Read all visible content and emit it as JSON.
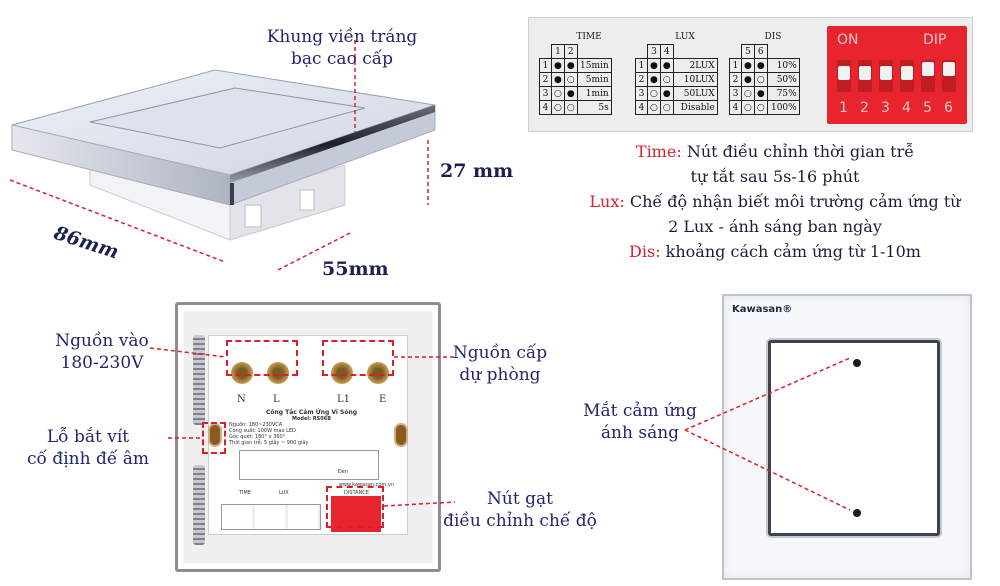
{
  "dimensions": {
    "frame_label": "Khung viền tráng bạc cao cấp",
    "height": "27 mm",
    "width": "86mm",
    "depth": "55mm"
  },
  "settings_panel": {
    "time": {
      "title": "TIME",
      "col_headers": [
        "1",
        "2"
      ],
      "rows": [
        {
          "n": "1",
          "a": "●",
          "b": "●",
          "value": "15min"
        },
        {
          "n": "2",
          "a": "●",
          "b": "○",
          "value": "5min"
        },
        {
          "n": "3",
          "a": "○",
          "b": "●",
          "value": "1min"
        },
        {
          "n": "4",
          "a": "○",
          "b": "○",
          "value": "5s"
        }
      ]
    },
    "lux": {
      "title": "LUX",
      "col_headers": [
        "3",
        "4"
      ],
      "rows": [
        {
          "n": "1",
          "a": "●",
          "b": "●",
          "value": "2LUX"
        },
        {
          "n": "2",
          "a": "●",
          "b": "○",
          "value": "10LUX"
        },
        {
          "n": "3",
          "a": "○",
          "b": "●",
          "value": "50LUX"
        },
        {
          "n": "4",
          "a": "○",
          "b": "○",
          "value": "Disable"
        }
      ]
    },
    "dis": {
      "title": "DIS",
      "col_headers": [
        "5",
        "6"
      ],
      "rows": [
        {
          "n": "1",
          "a": "●",
          "b": "●",
          "value": "10%"
        },
        {
          "n": "2",
          "a": "●",
          "b": "○",
          "value": "50%"
        },
        {
          "n": "3",
          "a": "○",
          "b": "●",
          "value": "75%"
        },
        {
          "n": "4",
          "a": "○",
          "b": "○",
          "value": "100%"
        }
      ]
    },
    "dip_switch": {
      "on_label": "ON",
      "dip_label": "DIP",
      "numbers": [
        "1",
        "2",
        "3",
        "4",
        "5",
        "6"
      ],
      "color": "#e8252f"
    }
  },
  "legend": {
    "time_key": "Time:",
    "time_text_1": "Nút điều chỉnh thời gian trễ",
    "time_text_2": "tự tắt sau 5s-16 phút",
    "lux_key": "Lux:",
    "lux_text_1": "Chế độ nhận biết môi trường cảm ứng từ",
    "lux_text_2": "2 Lux - ánh sáng ban ngày",
    "dis_key": "Dis:",
    "dis_text": "khoảng cách cảm ứng từ 1-10m"
  },
  "back_view": {
    "input_label_1": "Nguồn vào",
    "input_label_2": "180-230V",
    "spare_label_1": "Nguồn cấp",
    "spare_label_2": "dự phòng",
    "screw_label_1": "Lỗ bắt vít",
    "screw_label_2": "cố định đế âm",
    "switch_label_1": "Nút gạt",
    "switch_label_2": "điều chỉnh chế độ",
    "terminals": [
      "N",
      "L",
      "L1",
      "E"
    ],
    "sticker_title": "Công Tắc Cảm Ứng Vi Sóng",
    "sticker_model": "Model: RS06B",
    "sticker_lines": [
      "Nguồn: 180~230VCA",
      "Công suất: 100W max LED",
      "Góc quét: 180° x 360°",
      "Thời gian trễ: 5 giây ~ 900 giây"
    ],
    "sticker_diagram_label": "Đèn",
    "sticker_url": "www.kawasan.com.vn",
    "sticker_sections": [
      "TIME",
      "LUX",
      "DISTANCE"
    ]
  },
  "front_view": {
    "brand": "Kawasan®",
    "sensor_label_1": "Mắt cảm ứng",
    "sensor_label_2": "ánh sáng"
  },
  "colors": {
    "navy_text": "#22266b",
    "red_text": "#d8202a",
    "dashed_box": "#d8202a"
  }
}
